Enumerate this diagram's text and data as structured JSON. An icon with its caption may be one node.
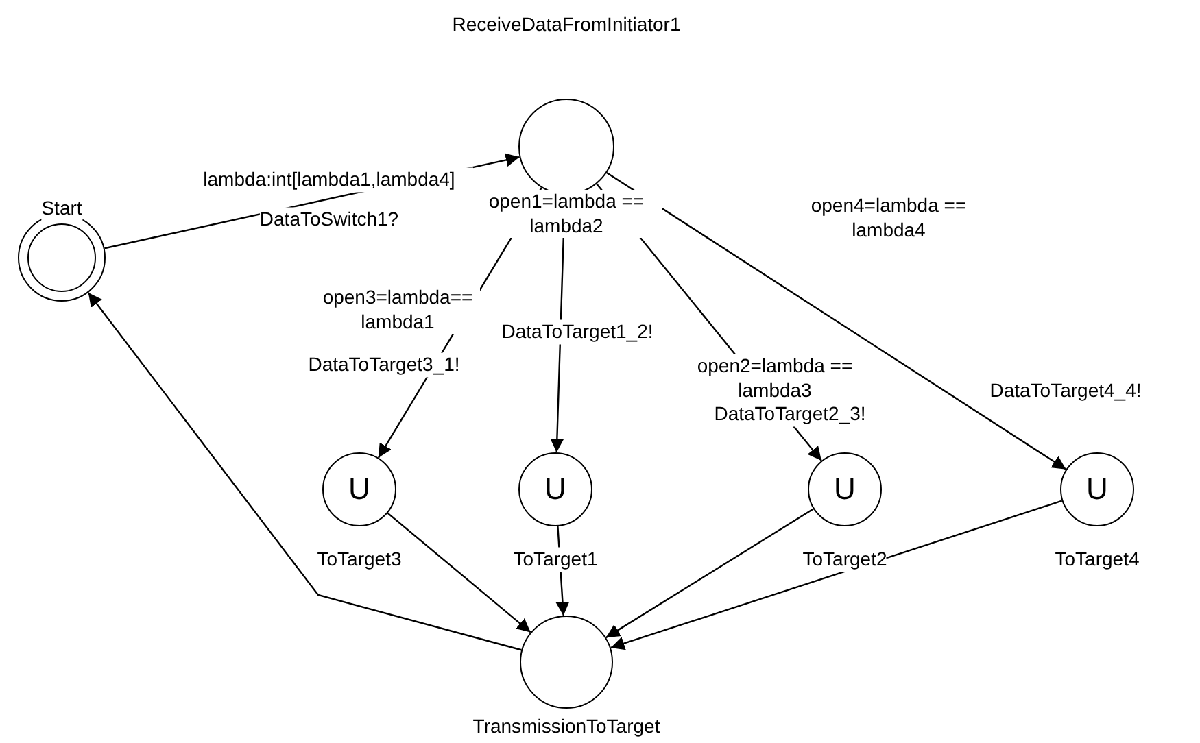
{
  "diagram": {
    "nodes": [
      {
        "text": [],
        "shape": "circle",
        "beside": [
          "Start"
        ]
      },
      {
        "text": [],
        "shape": "circle",
        "beside": [
          "ReceiveDataFromInitiator1"
        ]
      },
      {
        "text": [
          "U"
        ],
        "beside": [
          "ToTarget3"
        ]
      },
      {
        "text": [
          "U"
        ],
        "beside": [
          "ToTarget1"
        ]
      },
      {
        "text": [
          "U"
        ],
        "beside": [
          "ToTarget2"
        ]
      },
      {
        "text": [
          "U"
        ],
        "beside": [
          "ToTarget4"
        ]
      },
      {
        "text": [],
        "shape": "circle",
        "beside": [
          "TransmissionToTarget"
        ]
      }
    ],
    "edges": [
      {
        "from": 0,
        "to": 1,
        "arrow": "to",
        "label": "lambda:int[lambda1,lambda4]"
      },
      {
        "from": 1,
        "to": 2,
        "arrow": "to",
        "label": "open3=lambda== lambda1"
      },
      {
        "from": 1,
        "to": 3,
        "arrow": "to",
        "label": "open1=lambda == lambda2"
      },
      {
        "from": 1,
        "to": 4,
        "arrow": "to",
        "label": "open2=lambda == lambda3"
      },
      {
        "from": 1,
        "to": 5,
        "arrow": "to",
        "label": "open4=lambda == lambda4"
      },
      {
        "from": 2,
        "to": 6,
        "arrow": "to"
      },
      {
        "from": 3,
        "to": 6,
        "arrow": "to"
      },
      {
        "from": 4,
        "to": 6,
        "arrow": "to"
      },
      {
        "from": 5,
        "to": 6,
        "arrow": "to"
      },
      {
        "from": 6,
        "to": 0,
        "arrow": "to"
      }
    ],
    "labels": [
      "DataToSwitch1?",
      "DataToTarget3_1!",
      "DataToTarget1_2!",
      "DataToTarget2_3!",
      "DataToTarget4_4!"
    ]
  }
}
